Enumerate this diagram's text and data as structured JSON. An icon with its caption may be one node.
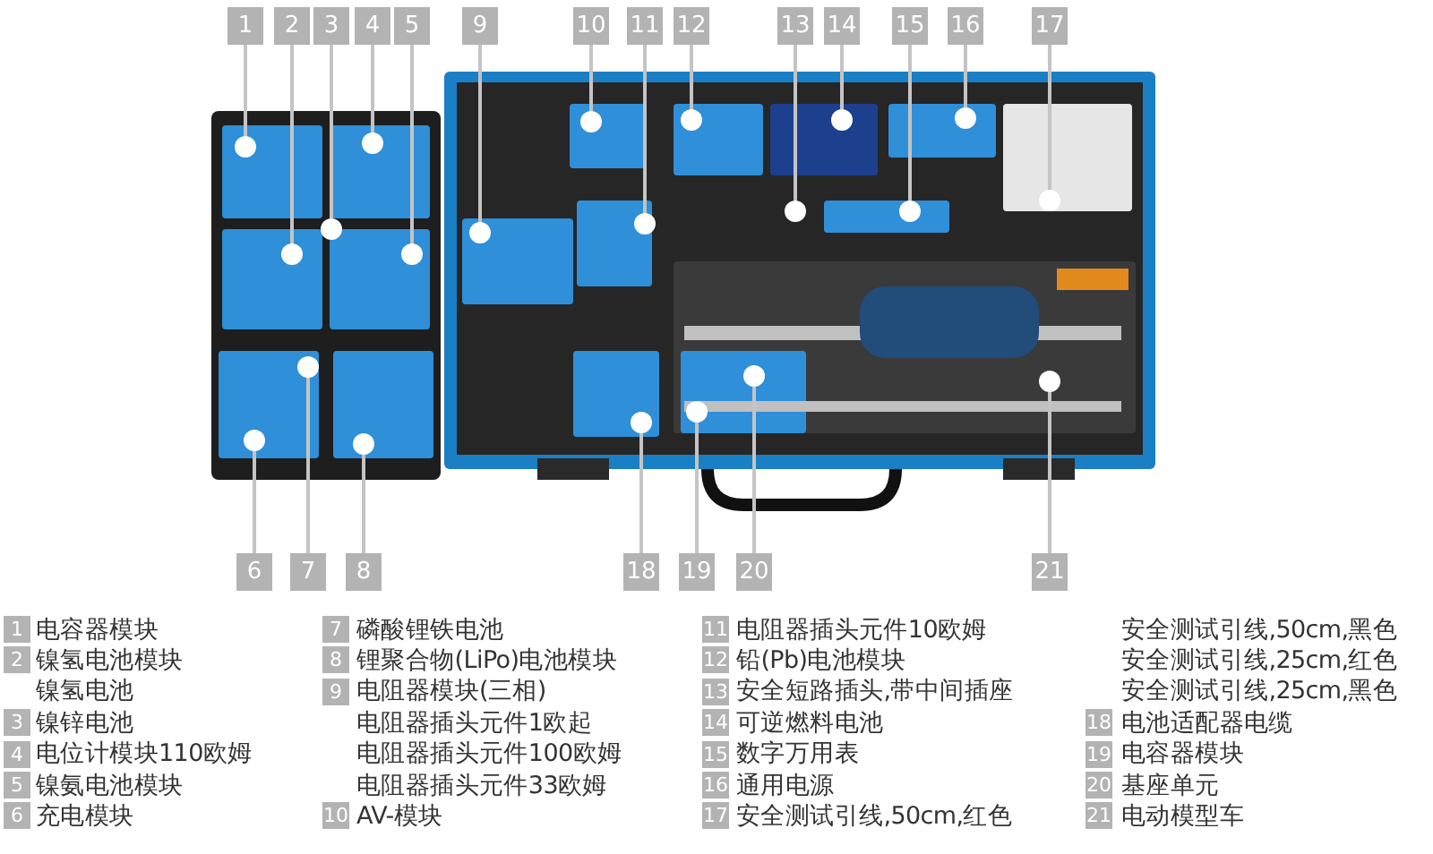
{
  "diagram": {
    "nodes": [
      {
        "text": [
          "1"
        ]
      },
      {
        "text": [
          "2"
        ]
      },
      {
        "text": [
          "3"
        ]
      },
      {
        "text": [
          "4"
        ]
      },
      {
        "text": [
          "5"
        ]
      },
      {
        "text": [
          "6"
        ]
      },
      {
        "text": [
          "7"
        ]
      },
      {
        "text": [
          "8"
        ]
      },
      {
        "text": [
          "9"
        ]
      },
      {
        "text": [
          "10"
        ]
      },
      {
        "text": [
          "11"
        ]
      },
      {
        "text": [
          "12"
        ]
      },
      {
        "text": [
          "13"
        ]
      },
      {
        "text": [
          "14"
        ]
      },
      {
        "text": [
          "15"
        ]
      },
      {
        "text": [
          "16"
        ]
      },
      {
        "text": [
          "17"
        ]
      },
      {
        "text": [
          "18"
        ]
      },
      {
        "text": [
          "19"
        ]
      },
      {
        "text": [
          "20"
        ]
      },
      {
        "text": [
          "21"
        ]
      },
      {
        "text": [],
        "shape": "circle"
      },
      {
        "text": [],
        "shape": "circle"
      },
      {
        "text": [],
        "shape": "circle"
      },
      {
        "text": [],
        "shape": "circle"
      },
      {
        "text": [],
        "shape": "circle"
      },
      {
        "text": [],
        "shape": "circle"
      },
      {
        "text": [],
        "shape": "circle"
      },
      {
        "text": [],
        "shape": "circle"
      },
      {
        "text": [],
        "shape": "circle"
      },
      {
        "text": [],
        "shape": "circle"
      },
      {
        "text": [],
        "shape": "circle"
      },
      {
        "text": [],
        "shape": "circle"
      },
      {
        "text": [],
        "shape": "circle"
      },
      {
        "text": [],
        "shape": "circle"
      },
      {
        "text": [],
        "shape": "circle"
      },
      {
        "text": [],
        "shape": "circle"
      },
      {
        "text": [],
        "shape": "circle"
      },
      {
        "text": [],
        "shape": "circle"
      },
      {
        "text": [],
        "shape": "circle"
      },
      {
        "text": [],
        "shape": "circle"
      },
      {
        "text": [],
        "shape": "circle"
      }
    ],
    "edges": [
      {
        "from": 0,
        "to": 21,
        "arrow": "none"
      },
      {
        "from": 1,
        "to": 22,
        "arrow": "none"
      },
      {
        "from": 2,
        "to": 23,
        "arrow": "none"
      },
      {
        "from": 3,
        "to": 24,
        "arrow": "none"
      },
      {
        "from": 4,
        "to": 25,
        "arrow": "none"
      },
      {
        "from": 5,
        "to": 26,
        "arrow": "none"
      },
      {
        "from": 6,
        "to": 27,
        "arrow": "none"
      },
      {
        "from": 7,
        "to": 28,
        "arrow": "none"
      },
      {
        "from": 8,
        "to": 29,
        "arrow": "none"
      },
      {
        "from": 9,
        "to": 30,
        "arrow": "none"
      },
      {
        "from": 10,
        "to": 31,
        "arrow": "none"
      },
      {
        "from": 11,
        "to": 32,
        "arrow": "none"
      },
      {
        "from": 12,
        "to": 33,
        "arrow": "none"
      },
      {
        "from": 13,
        "to": 34,
        "arrow": "none"
      },
      {
        "from": 14,
        "to": 35,
        "arrow": "none"
      },
      {
        "from": 15,
        "to": 36,
        "arrow": "none"
      },
      {
        "from": 16,
        "to": 37,
        "arrow": "none"
      },
      {
        "from": 17,
        "to": 38,
        "arrow": "none"
      },
      {
        "from": 18,
        "to": 39,
        "arrow": "none"
      },
      {
        "from": 19,
        "to": 40,
        "arrow": "none"
      },
      {
        "from": 20,
        "to": 41,
        "arrow": "none"
      }
    ],
    "labels": [
      "1",
      "电容器模块",
      "2",
      "镍氢电池模块",
      "镍氢电池",
      "3",
      "镍锌电池",
      "4",
      "电位计模块110欧姆",
      "5",
      "镍氨电池模块",
      "6",
      "充电模块",
      "7",
      "磷酸锂铁电池",
      "8",
      "锂聚合物(LiPo)电池模块",
      "9",
      "电阻器模块(三相)",
      "电阻器插头元件1欧起",
      "电阻器插头元件100欧姆",
      "电阻器插头元件33欧姆",
      "10",
      "AV-模块",
      "11",
      "电阻器插头元件10欧姆",
      "12",
      "铅(Pb)电池模块",
      "13",
      "安全短路插头,带中间插座",
      "14",
      "可逆燃料电池",
      "15",
      "数字万用表",
      "16",
      "通用电源",
      "17",
      "安全测试引线,50cm,红色",
      "安全测试引线,50cm,黑色",
      "安全测试引线,25cm,红色",
      "安全测试引线,25cm,黑色",
      "18",
      "电池适配器电缆",
      "19",
      "电容器模块",
      "20",
      "基座单元",
      "21",
      "电动模型车"
    ]
  }
}
